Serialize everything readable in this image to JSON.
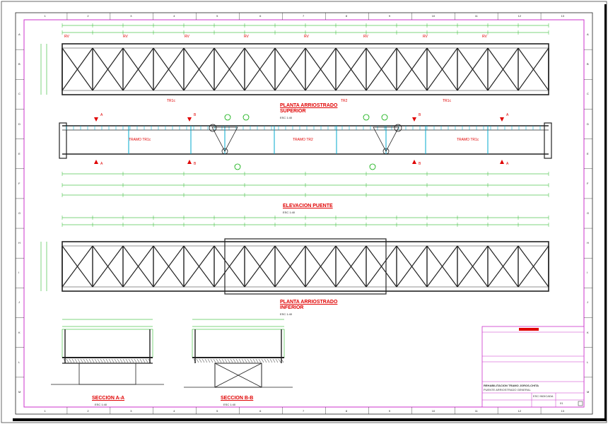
{
  "sheet": {
    "col_labels": [
      "1",
      "2",
      "3",
      "4",
      "5",
      "6",
      "7",
      "8",
      "9",
      "10",
      "11",
      "12",
      "13"
    ],
    "row_labels": [
      "A",
      "B",
      "C",
      "D",
      "E",
      "F",
      "G",
      "H",
      "I",
      "J",
      "K",
      "L",
      "M"
    ]
  },
  "views": {
    "plan_top": {
      "title": "PLANTA ARRIOSTRADO",
      "title2": "SUPERIOR",
      "scale": "ESC 1:40",
      "span_tags": [
        "TR1c",
        "TR2",
        "TR1c"
      ],
      "rv_tags": [
        "RV",
        "RV",
        "RV",
        "RV",
        "RV",
        "RV",
        "RV",
        "RV"
      ]
    },
    "elevation": {
      "title": "ELEVACION PUENTE",
      "scale": "ESC 1:40",
      "span_labels": [
        "TRAMO TR1c",
        "TRAMO TR2",
        "TRAMO TR1c"
      ],
      "section_marks": [
        "A",
        "B",
        "B",
        "A",
        "A",
        "B",
        "B",
        "A"
      ]
    },
    "plan_bottom": {
      "title": "PLANTA ARRIOSTRADO",
      "title2": "INFERIOR",
      "scale": "ESC 1:40"
    },
    "section_a": {
      "title": "SECCION A-A",
      "scale": "ESC 1:40"
    },
    "section_b": {
      "title": "SECCION B-B",
      "scale": "ESC 1:40"
    }
  },
  "title_block": {
    "project": "REHABILITACION TRAMO JOROS-CHITA",
    "sheet_title": "PUENTE ARRIOSTRADO GENERAL",
    "scale_label": "ESC INDICADA",
    "number": "01"
  },
  "colors": {
    "frame": "#cc33cc",
    "structure": "#222222",
    "dimension": "#00aa00",
    "accent": "#e00000",
    "member": "#00aacc"
  }
}
